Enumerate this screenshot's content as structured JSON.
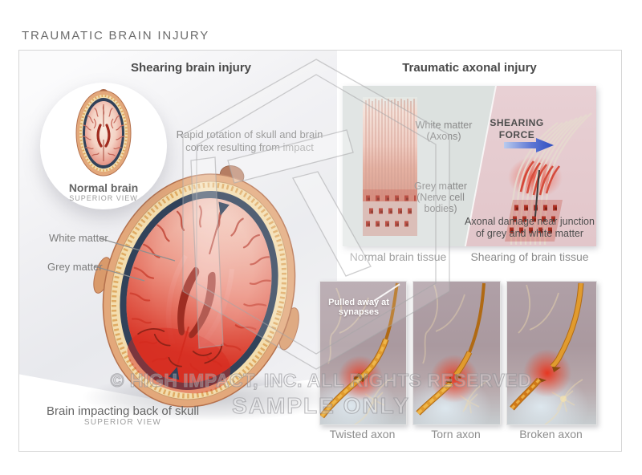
{
  "title": "TRAUMATIC BRAIN INJURY",
  "watermark": {
    "line1": "© HIGH IMPACT, INC. ALL RIGHTS RESERVED",
    "line2": "SAMPLE ONLY"
  },
  "left": {
    "heading": "Shearing brain injury",
    "inset_label": "Normal brain",
    "inset_sublabel": "SUPERIOR VIEW",
    "desc1": "Rapid rotation of skull and brain",
    "desc2": "cortex resulting from impact",
    "label_white_matter": "White matter",
    "label_grey_matter": "Grey matter",
    "caption": "Brain impacting back of skull",
    "caption_sub": "SUPERIOR VIEW"
  },
  "right": {
    "heading": "Traumatic axonal injury",
    "wm1": "White matter",
    "wm2": "(Axons)",
    "gm1": "Grey matter",
    "gm2": "(Nerve cell",
    "gm3": "bodies)",
    "sf1": "SHEARING",
    "sf2": "FORCE",
    "dmg1": "Axonal damage near junction",
    "dmg2": "of grey and white matter",
    "cap_normal": "Normal brain tissue",
    "cap_shear": "Shearing of brain tissue",
    "ann1": "Pulled away at",
    "ann2": "synapses",
    "captions": [
      "Twisted axon",
      "Torn axon",
      "Broken axon"
    ]
  },
  "colors": {
    "arrow_blue": "#2f4ec0",
    "damage_red": "#e0402a",
    "axon_orange": "#e19b2e",
    "tissue_gray": "#dce1df",
    "tissue_pink": "#e6ced2"
  }
}
